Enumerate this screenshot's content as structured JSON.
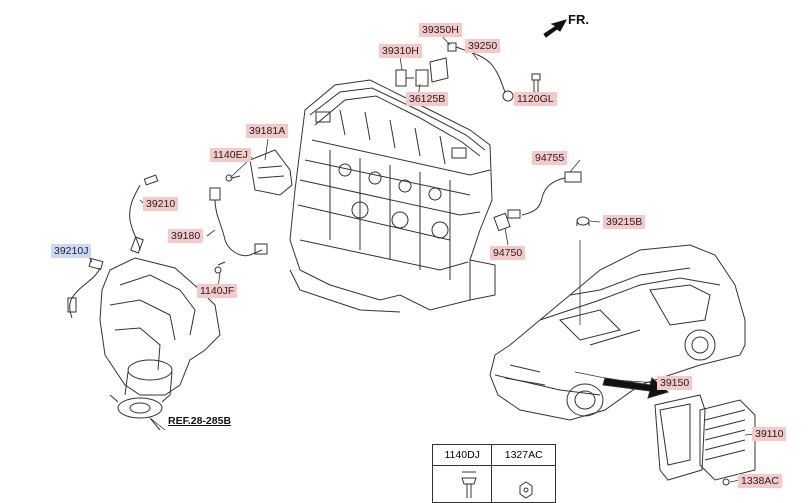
{
  "orientation": {
    "label": "FR."
  },
  "callouts": {
    "c39350H": "39350H",
    "c39250": "39250",
    "c39310H": "39310H",
    "c36125B": "36125B",
    "c1120GL": "1120GL",
    "c39181A": "39181A",
    "c1140EJ": "1140EJ",
    "c94755": "94755",
    "c39210": "39210",
    "c39215B": "39215B",
    "c39180": "39180",
    "c94750": "94750",
    "c39210J": "39210J",
    "c1140JF": "1140JF",
    "c39150": "39150",
    "c39110": "39110",
    "c1338AC": "1338AC"
  },
  "reference": "REF.28-285B",
  "legend": {
    "col1": "1140DJ",
    "col2": "1327AC"
  },
  "colors": {
    "callout_red": "#f5c9c9",
    "callout_blue": "#c9d9f5",
    "line": "#333333"
  }
}
